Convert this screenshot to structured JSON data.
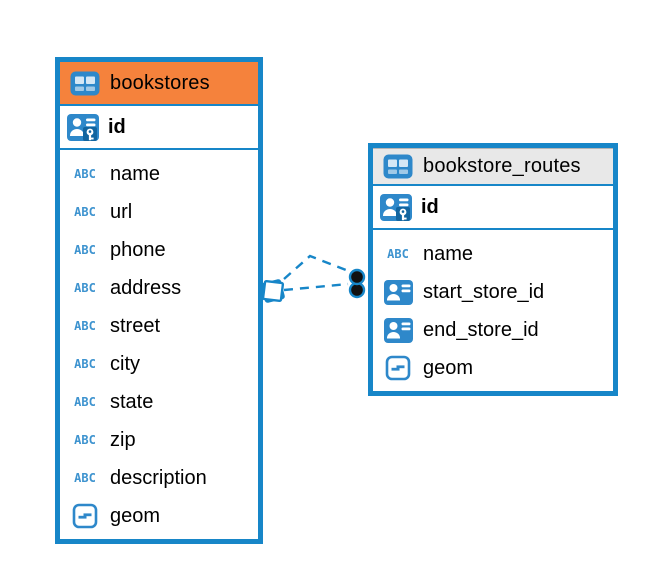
{
  "colors": {
    "primary_blue": "#1786c8",
    "icon_blue": "#2e88ca",
    "icon_blue_dark": "#1265a0",
    "header_orange": "#f5823c",
    "header_gray": "#e8e8e8",
    "text": "#000000",
    "background": "#ffffff",
    "relationship_dot_fill": "#111111"
  },
  "icons": {
    "text_type_label": "ABC"
  },
  "tables": [
    {
      "name": "bookstores",
      "primary_key": {
        "name": "id"
      },
      "columns": [
        {
          "name": "name",
          "type": "text"
        },
        {
          "name": "url",
          "type": "text"
        },
        {
          "name": "phone",
          "type": "text"
        },
        {
          "name": "address",
          "type": "text"
        },
        {
          "name": "street",
          "type": "text"
        },
        {
          "name": "city",
          "type": "text"
        },
        {
          "name": "state",
          "type": "text"
        },
        {
          "name": "zip",
          "type": "text"
        },
        {
          "name": "description",
          "type": "text"
        },
        {
          "name": "geom",
          "type": "geometry"
        }
      ]
    },
    {
      "name": "bookstore_routes",
      "primary_key": {
        "name": "id"
      },
      "columns": [
        {
          "name": "name",
          "type": "text"
        },
        {
          "name": "start_store_id",
          "type": "reference"
        },
        {
          "name": "end_store_id",
          "type": "reference"
        },
        {
          "name": "geom",
          "type": "geometry"
        }
      ]
    }
  ],
  "relationships": [
    {
      "between": [
        "bookstores",
        "bookstore_routes"
      ],
      "style": "dashed",
      "end_markers": [
        "diamond",
        "dot"
      ]
    },
    {
      "between": [
        "bookstores",
        "bookstore_routes"
      ],
      "style": "dashed",
      "end_markers": [
        "diamond",
        "dot"
      ]
    }
  ]
}
